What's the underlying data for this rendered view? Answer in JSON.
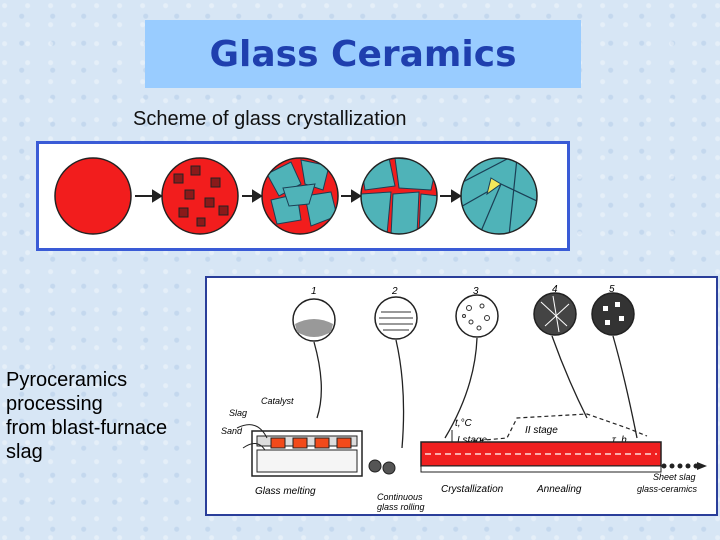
{
  "title": "Glass Ceramics",
  "subtitle": "Scheme of glass crystallization",
  "side_text": [
    "Pyroceramics",
    "processing",
    "from blast-furnace",
    "slag"
  ],
  "colors": {
    "glass_red": "#f21d1d",
    "crystal_teal": "#4fb3b8",
    "title_blue": "#1f3fae"
  },
  "process": {
    "stage_numbers": [
      "1",
      "2",
      "3",
      "4",
      "5"
    ],
    "labels": {
      "catalyst": "Catalyst",
      "slag": "Slag",
      "sand": "Sand",
      "temp_axis": "t,°C",
      "stage_one": "I stage",
      "stage_two": "II stage",
      "time_axis": "τ, h",
      "glass_melting": "Glass melting",
      "continuous_1": "Continuous",
      "continuous_2": "glass rolling",
      "crystallization": "Crystallization",
      "annealing": "Annealing",
      "sheet_1": "Sheet slag",
      "sheet_2": "glass-ceramics"
    }
  }
}
